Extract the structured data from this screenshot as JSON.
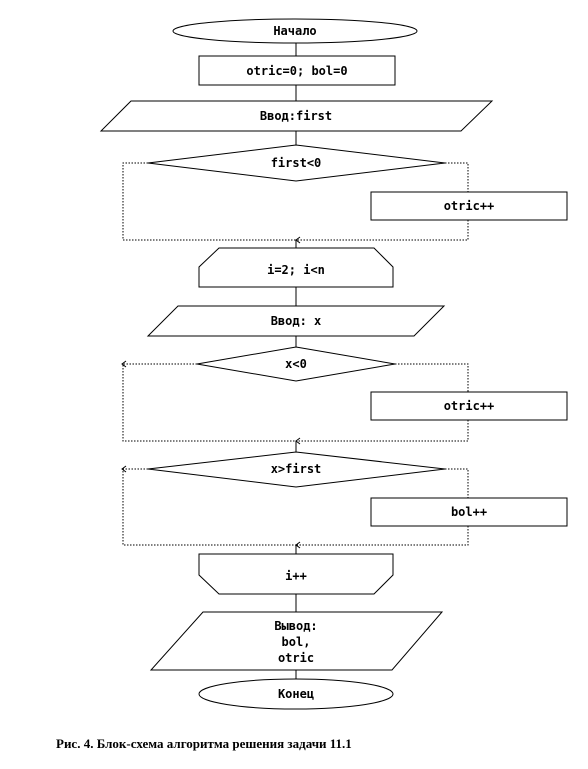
{
  "nodes": {
    "start": "Начало",
    "init": "otric=0; bol=0",
    "input_first": "Ввод:first",
    "cond_first": "first<0",
    "inc_otric_1": "otric++",
    "loop_start": "i=2; i<n",
    "input_x": "Ввод: x",
    "cond_x": "x<0",
    "inc_otric_2": "otric++",
    "cond_x_first": "x>first",
    "inc_bol": "bol++",
    "loop_end": "i++",
    "output_line1": "Вывод:",
    "output_line2": "bol,",
    "output_line3": "otric",
    "end": "Конец"
  },
  "caption": "Рис. 4. Блок-схема алгоритма решения задачи 11.1"
}
